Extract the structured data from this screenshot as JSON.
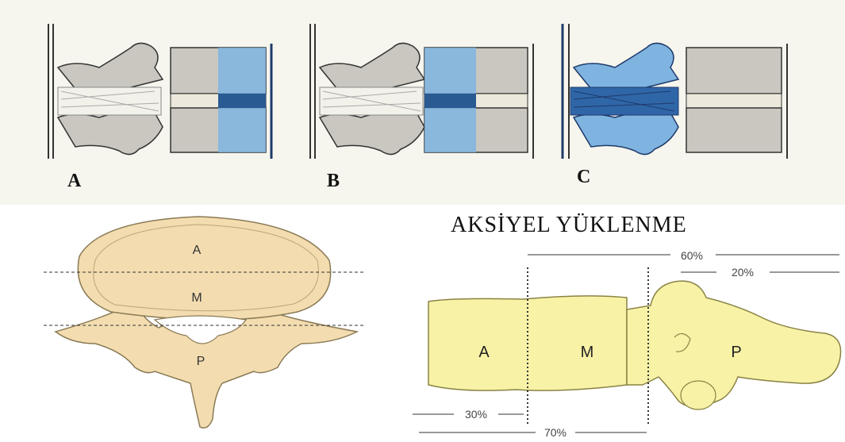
{
  "panels": [
    {
      "label": "A"
    },
    {
      "label": "B"
    },
    {
      "label": "C"
    }
  ],
  "axial": {
    "title": "AKSİYEL YÜKLENME",
    "pct_60": "60%",
    "pct_20": "20%",
    "pct_30": "30%",
    "pct_70": "70%",
    "zone_a": "A",
    "zone_m": "M",
    "zone_p": "P"
  },
  "top_view": {
    "zone_a": "A",
    "zone_m": "M",
    "zone_p": "P"
  },
  "colors": {
    "bone": "#c9c7bf",
    "highlight_blue": "#7fb4e0",
    "vertebra_yellow": "#f7f2a6",
    "vertebra_tan": "#f3ddb0"
  }
}
